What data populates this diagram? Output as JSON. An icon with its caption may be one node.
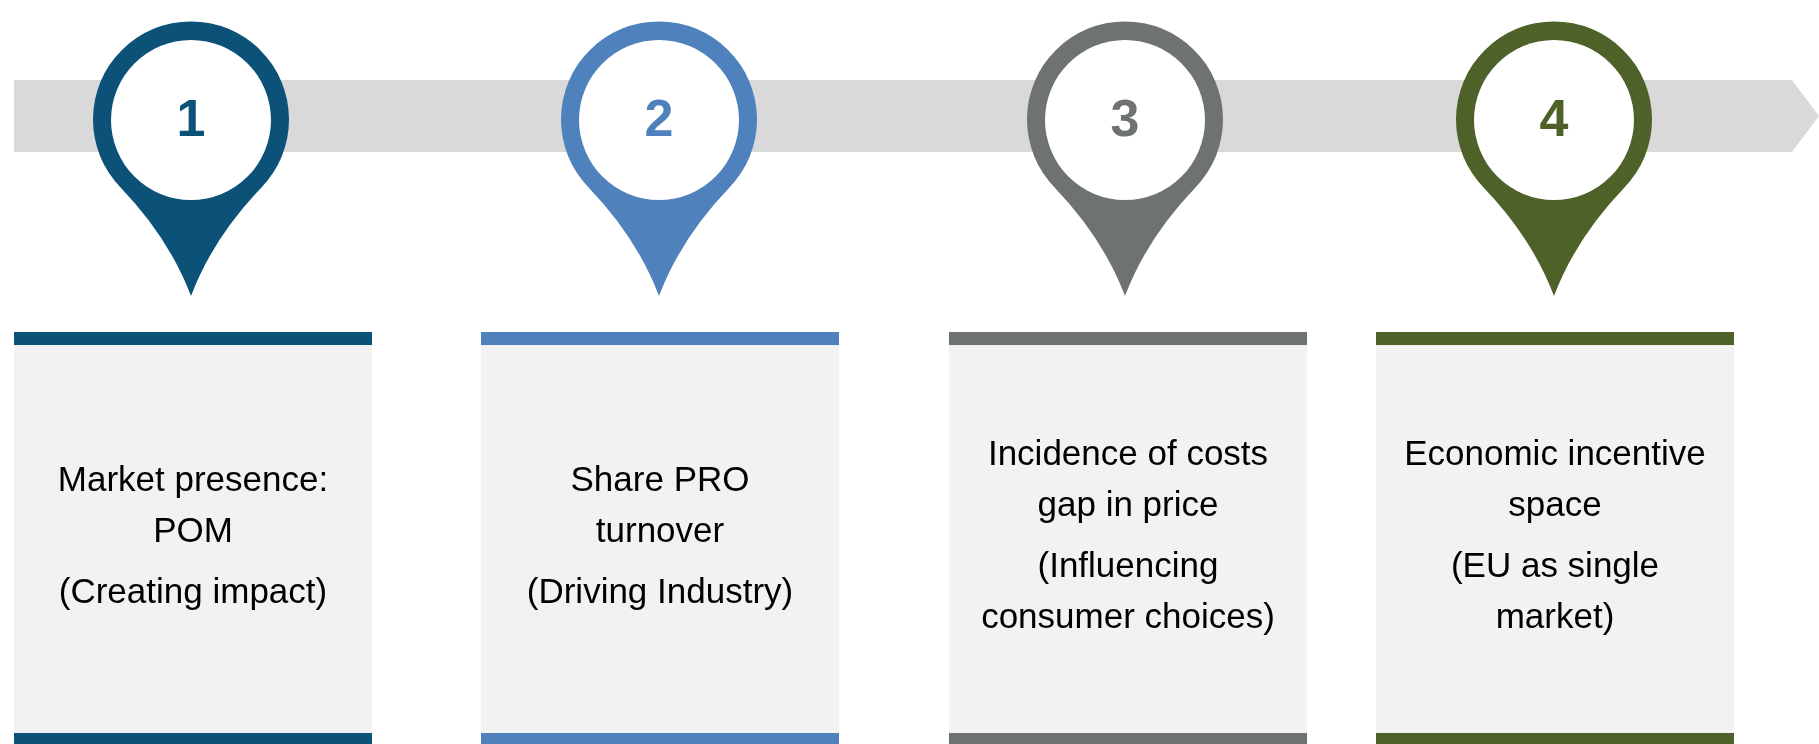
{
  "diagram": {
    "nodes": [
      {
        "text": [
          "1"
        ]
      },
      {
        "text": [
          "Market presence: POM",
          "(Creating impact)"
        ]
      },
      {
        "text": [
          "2"
        ]
      },
      {
        "text": [
          "Share PRO turnover",
          "(Driving Industry)"
        ]
      },
      {
        "text": [
          "3"
        ]
      },
      {
        "text": [
          "Incidence of costs gap in price",
          "(Influencing consumer choices)"
        ]
      },
      {
        "text": [
          "4"
        ]
      },
      {
        "text": [
          "Economic incentive space",
          "(EU as single market)"
        ]
      }
    ]
  }
}
